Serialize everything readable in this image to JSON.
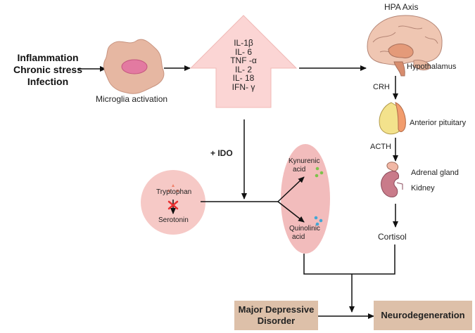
{
  "triggers": [
    "Inflammation",
    "Chronic stress",
    "Infection"
  ],
  "microglia_label": "Microglia activation",
  "cytokines": [
    "IL-1β",
    "IL- 6",
    "TNF -α",
    "IL- 2",
    "IL- 18",
    "IFN- γ"
  ],
  "hpa": {
    "title": "HPA Axis",
    "hypothalamus": "Hypothalamus",
    "crh": "CRH",
    "anterior_pituitary": "Anterior pituitary",
    "acth": "ACTH",
    "adrenal_gland": "Adrenal gland",
    "kidney": "Kidney",
    "cortisol": "Cortisol"
  },
  "ido_label": "+ IDO",
  "tryptophan": "Tryptophan",
  "serotonin": "Serotonin",
  "kynurenic": [
    "Kynurenic",
    "acid"
  ],
  "quinolinic": [
    "Quinolinic",
    "acid"
  ],
  "outcomes": {
    "mdd": [
      "Major Depressive",
      "Disorder"
    ],
    "neuro": "Neurodegeneration"
  },
  "colors": {
    "pink_fill": "#fbd5d4",
    "circle_fill": "#f6c9c6",
    "ellipse_fill": "#f2bcbc",
    "outcome_fill": "#ddc0a9",
    "kynurenic_dots": "#7dc24b",
    "quinolinic_dots": "#43a7d4",
    "tryptophan_triangles": "#f0806a",
    "block_x": "#e83030"
  }
}
